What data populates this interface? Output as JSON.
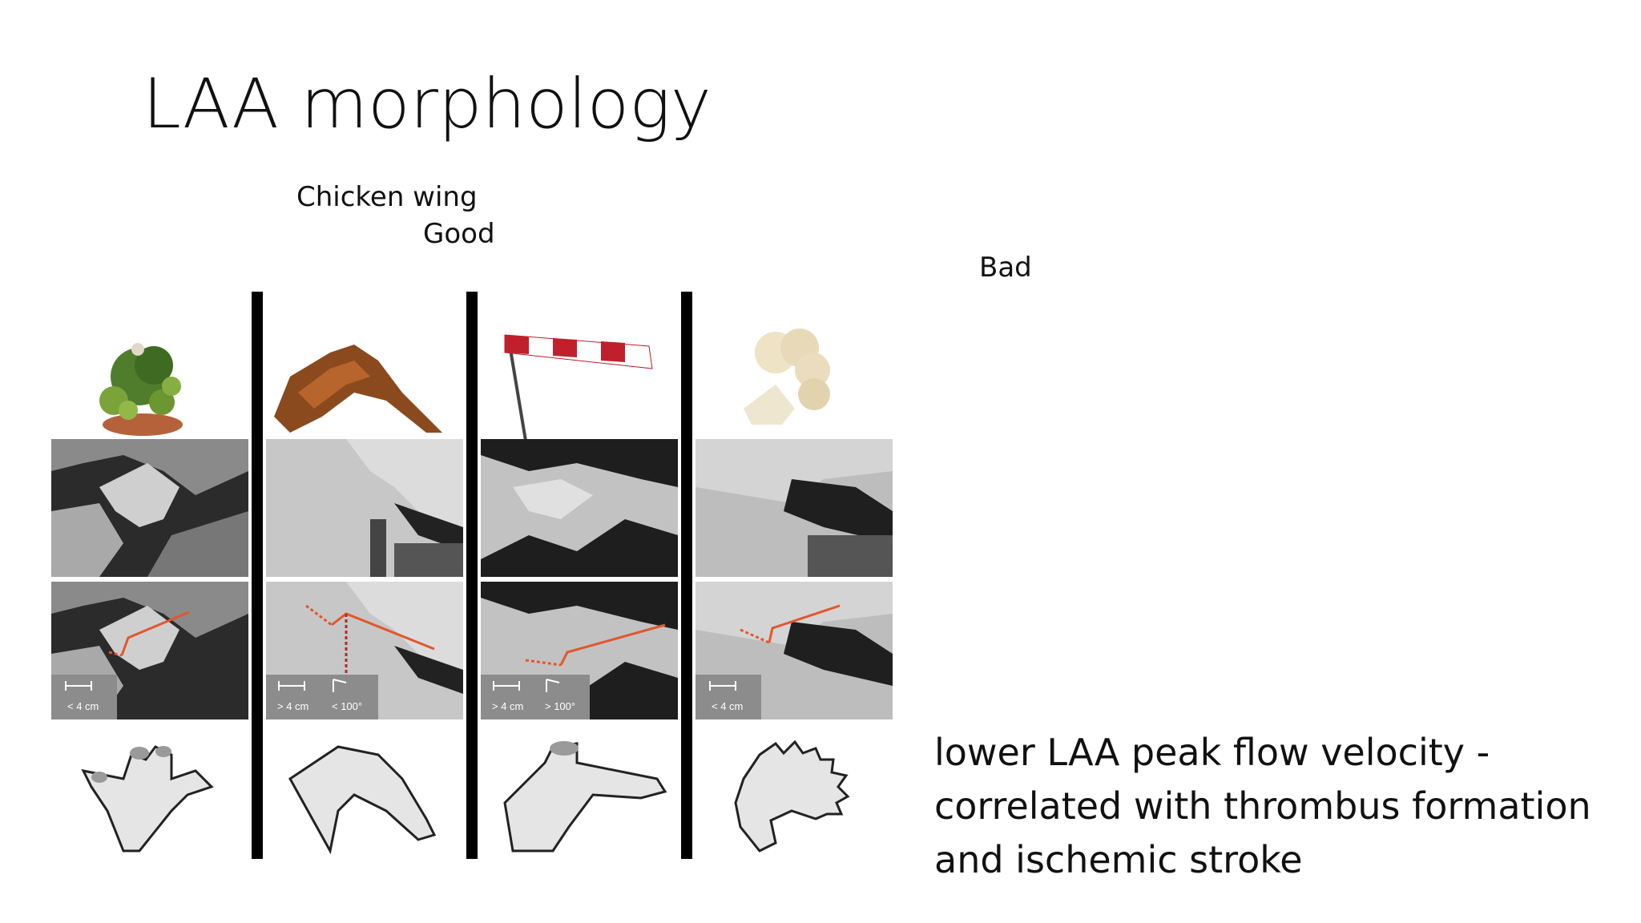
{
  "slide": {
    "title": "LAA morphology",
    "labels": {
      "chicken_wing": "Chicken wing",
      "good": "Good",
      "bad": "Bad"
    },
    "figure": {
      "panels": [
        {
          "name": "cactus",
          "length_label": "< 4 cm",
          "angle_label": ""
        },
        {
          "name": "chicken-wing",
          "length_label": "> 4 cm",
          "angle_label": "< 100°"
        },
        {
          "name": "windsock",
          "length_label": "> 4 cm",
          "angle_label": "> 100°"
        },
        {
          "name": "cauliflower",
          "length_label": "< 4 cm",
          "angle_label": ""
        }
      ],
      "accent_color": "#e2572c"
    },
    "caption": {
      "line1": " lower LAA peak flow velocity -",
      "line2": "correlated with thrombus formation",
      "line3": "and ischemic stroke"
    }
  }
}
